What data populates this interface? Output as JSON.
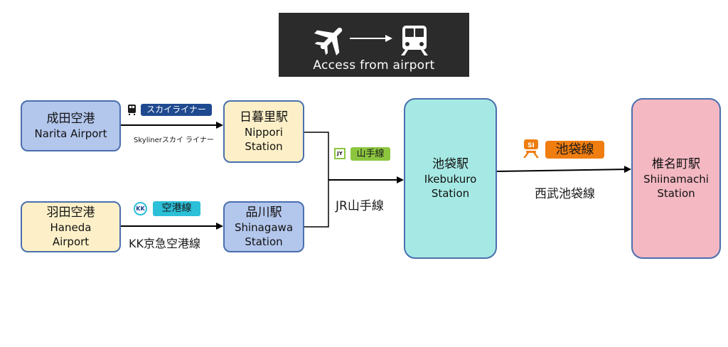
{
  "header": {
    "title": "Access from airport",
    "plane_icon": "airplane-icon",
    "train_icon": "train-icon"
  },
  "nodes": {
    "narita": {
      "ja": "成田空港",
      "en": "Narita Airport"
    },
    "haneda": {
      "ja": "羽田空港",
      "en_line1": "Haneda",
      "en_line2": "Airport"
    },
    "nippori": {
      "ja": "日暮里駅",
      "en_line1": "Nippori",
      "en_line2": "Station"
    },
    "shinagawa": {
      "ja": "品川駅",
      "en_line1": "Shinagawa",
      "en_line2": "Station"
    },
    "ikebukuro": {
      "ja": "池袋駅",
      "en_line1": "Ikebukuro",
      "en_line2": "Station"
    },
    "shiinamachi": {
      "ja": "椎名町駅",
      "en_line1": "Shiinamachi",
      "en_line2": "Station"
    }
  },
  "lines": {
    "skyliner": {
      "badge": "スカイライナー",
      "label": "Skylinerスカイ ライナー",
      "color": "#1f4a8f"
    },
    "keikyu": {
      "symbol": "KK",
      "badge": "空港線",
      "label": "KK京急空港線",
      "color": "#2bbfd8"
    },
    "yamanote": {
      "symbol": "JY",
      "badge": "山手線",
      "label": "JR山手線",
      "color": "#8cc63f"
    },
    "seibu_ikebukuro": {
      "symbol": "SI",
      "badge": "池袋線",
      "label": "西武池袋線",
      "color": "#ef7d10"
    }
  }
}
